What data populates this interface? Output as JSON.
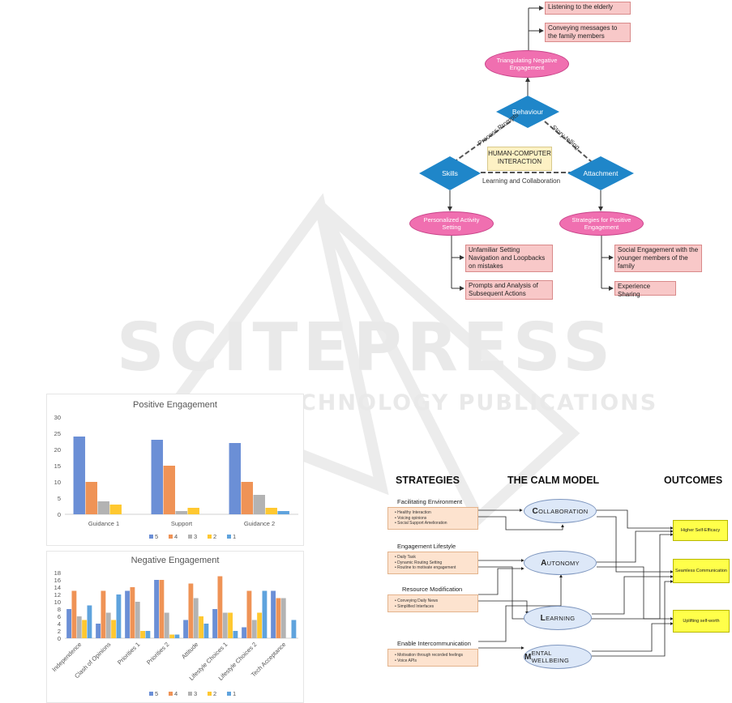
{
  "watermark": {
    "main": "SCITEPRESS",
    "sub": "SCIENCE AND TECHNOLOGY PUBLICATIONS"
  },
  "flowchart": {
    "top_boxes": [
      "Listening to the elderly",
      "Conveying messages to the family members"
    ],
    "triangulating": "Triangulating Negative Engagement",
    "behaviour": "Behaviour",
    "skills": "Skills",
    "attachment": "Attachment",
    "hci": "HUMAN-COMPUTER INTERACTION",
    "edge_left": "Process Prompts",
    "edge_right": "Story-telling",
    "edge_bottom": "Learning and Collaboration",
    "personalized": "Personalized Activity Setting",
    "strategies_positive": "Strategies for Positive Engagement",
    "left_boxes": [
      "Unfamiliar Setting Navigation and Loopbacks on mistakes",
      "Prompts and Analysis of Subsequent Actions"
    ],
    "right_boxes": [
      "Social Engagement with the younger members of the family",
      "Experience Sharing"
    ],
    "colors": {
      "diamond": "#1f86c9",
      "ellipse": "#f06fb0",
      "box": "#f8c8c8",
      "hci": "#fdf1c4"
    }
  },
  "chart_data": [
    {
      "type": "bar",
      "title": "Positive Engagement",
      "categories": [
        "Guidance 1",
        "Support",
        "Guidance 2"
      ],
      "ylim": [
        0,
        30
      ],
      "yticks": [
        0,
        5,
        10,
        15,
        20,
        25,
        30
      ],
      "series": [
        {
          "name": "5",
          "color": "#6b8fd6",
          "values": [
            24,
            23,
            22
          ]
        },
        {
          "name": "4",
          "color": "#ef9356",
          "values": [
            10,
            15,
            10
          ]
        },
        {
          "name": "3",
          "color": "#b3b3b3",
          "values": [
            4,
            1,
            6
          ]
        },
        {
          "name": "2",
          "color": "#ffc830",
          "values": [
            3,
            2,
            2
          ]
        },
        {
          "name": "1",
          "color": "#5fa3dd",
          "values": [
            0,
            0,
            1
          ]
        }
      ],
      "legend": "bottom",
      "grid": false
    },
    {
      "type": "bar",
      "title": "Negative Engagement",
      "categories": [
        "Independence",
        "Clash of Opinions",
        "Priorities 1",
        "Priorities 2",
        "Attitude",
        "Lifestyle Choices 1",
        "Lifestyle Choices 2",
        "Tech Acceptance"
      ],
      "ylim": [
        0,
        18
      ],
      "yticks": [
        0,
        2,
        4,
        6,
        8,
        10,
        12,
        14,
        16,
        18
      ],
      "series": [
        {
          "name": "5",
          "color": "#6b8fd6",
          "values": [
            8,
            4,
            13,
            16,
            5,
            8,
            3,
            13
          ]
        },
        {
          "name": "4",
          "color": "#ef9356",
          "values": [
            13,
            13,
            14,
            16,
            15,
            17,
            13,
            11
          ]
        },
        {
          "name": "3",
          "color": "#b3b3b3",
          "values": [
            6,
            7,
            10,
            7,
            11,
            7,
            5,
            11
          ]
        },
        {
          "name": "2",
          "color": "#ffc830",
          "values": [
            5,
            5,
            2,
            1,
            6,
            7,
            7,
            0
          ]
        },
        {
          "name": "1",
          "color": "#5fa3dd",
          "values": [
            9,
            12,
            2,
            1,
            4,
            2,
            13,
            5
          ]
        }
      ],
      "legend": "bottom",
      "grid": false
    }
  ],
  "calm": {
    "headers": {
      "strategies": "STRATEGIES",
      "model": "THE CALM MODEL",
      "outcomes": "OUTCOMES"
    },
    "strategies": [
      {
        "title": "Facilitating Environment",
        "items": [
          "Healthy Interaction",
          "Voicing opinions",
          "Social Support Amelioration"
        ]
      },
      {
        "title": "Engagement Lifestyle",
        "items": [
          "Daily Task",
          "Dynamic Routing Setting",
          "Routine to motivate engagement"
        ]
      },
      {
        "title": "Resource Modification",
        "items": [
          "Conveying Daily News",
          "Simplified Interfaces"
        ]
      },
      {
        "title": "Enable Intercommunication",
        "items": [
          "Motivation through recorded feelings",
          "Voice APIs"
        ]
      }
    ],
    "model": [
      {
        "initial": "C",
        "rest": "OLLABORATION"
      },
      {
        "initial": "A",
        "rest": "UTONOMY"
      },
      {
        "initial": "L",
        "rest": "EARNING"
      },
      {
        "initial": "M",
        "rest": "ENTAL WELLBEING"
      }
    ],
    "outcomes": [
      "Higher Self-Efficacy",
      "Seamless Communication",
      "Uplifting self-worth"
    ]
  }
}
